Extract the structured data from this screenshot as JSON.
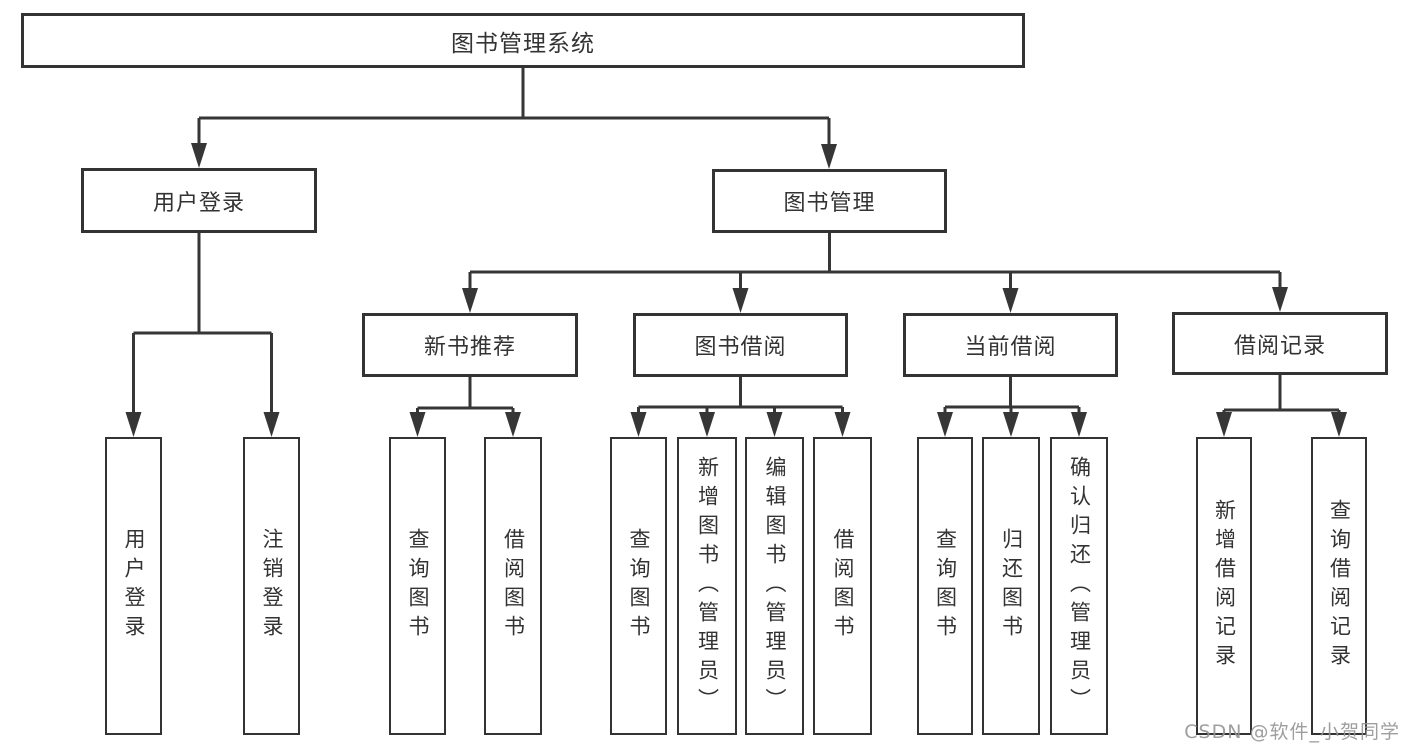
{
  "diagram": {
    "title": "图书管理系统",
    "nodes": {
      "root": "图书管理系统",
      "user_login": "用户登录",
      "book_management": "图书管理",
      "login": "用户登录",
      "logout": "注销登录",
      "new_book_recommendation": "新书推荐",
      "book_borrowing": "图书借阅",
      "current_borrowing": "当前借阅",
      "borrowing_records": "借阅记录",
      "nb_query_books": "查询图书",
      "nb_borrow_books": "借阅图书",
      "bb_query_books": "查询图书",
      "bb_add_books": "新增图书（管理员）",
      "bb_edit_books": "编辑图书（管理员）",
      "bb_borrow_books": "借阅图书",
      "cb_query_books": "查询图书",
      "cb_return_books": "归还图书",
      "cb_confirm_return": "确认归还（管理员）",
      "br_add_records": "新增借阅记录",
      "br_query_records": "查询借阅记录"
    }
  },
  "watermark": "CSDN @软件_小贺同学",
  "colors": {
    "line": "#363636",
    "box_border": "#333333",
    "text": "#333333",
    "watermark": "#969696",
    "background": "#ffffff"
  }
}
